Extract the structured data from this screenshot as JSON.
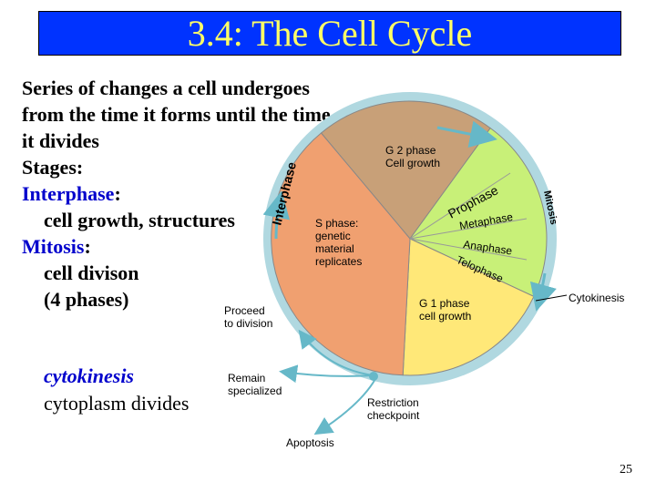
{
  "slide": {
    "title": "3.4: The Cell Cycle",
    "page_number": "25"
  },
  "left_text": {
    "line1": "Series of changes a cell undergoes",
    "line2": "from the time it forms until the time",
    "line3": "it divides",
    "stages": "Stages:",
    "interphase": "Interphase",
    "colon1": ":",
    "interphase_desc": "cell growth, structures",
    "mitosis": "Mitosis",
    "colon2": ":",
    "mitosis_desc1": "cell divison",
    "mitosis_desc2": "(4 phases)",
    "cytokinesis": "cytokinesis",
    "cytokinesis_desc": "cytoplasm divides"
  },
  "diagram": {
    "interphase_label": "Interphase",
    "mitosis_label": "Mitosis",
    "g2_line1": "G 2 phase",
    "g2_line2": "Cell growth",
    "s_line1": "S phase:",
    "s_line2": "genetic",
    "s_line3": "material",
    "s_line4": "replicates",
    "g1_line1": "G 1 phase",
    "g1_line2": "cell growth",
    "prophase": "Prophase",
    "metaphase": "Metaphase",
    "anaphase": "Anaphase",
    "telophase": "Telophase",
    "cytokinesis": "Cytokinesis",
    "proceed_line1": "Proceed",
    "proceed_line2": "to division",
    "remain_line1": "Remain",
    "remain_line2": "specialized",
    "restriction_line1": "Restriction",
    "restriction_line2": "checkpoint",
    "apoptosis": "Apoptosis",
    "colors": {
      "g2": "#c8a078",
      "s": "#f0a070",
      "g1": "#ffe878",
      "mitosis": "#c8f078",
      "ring": "#b0d8e0"
    }
  }
}
